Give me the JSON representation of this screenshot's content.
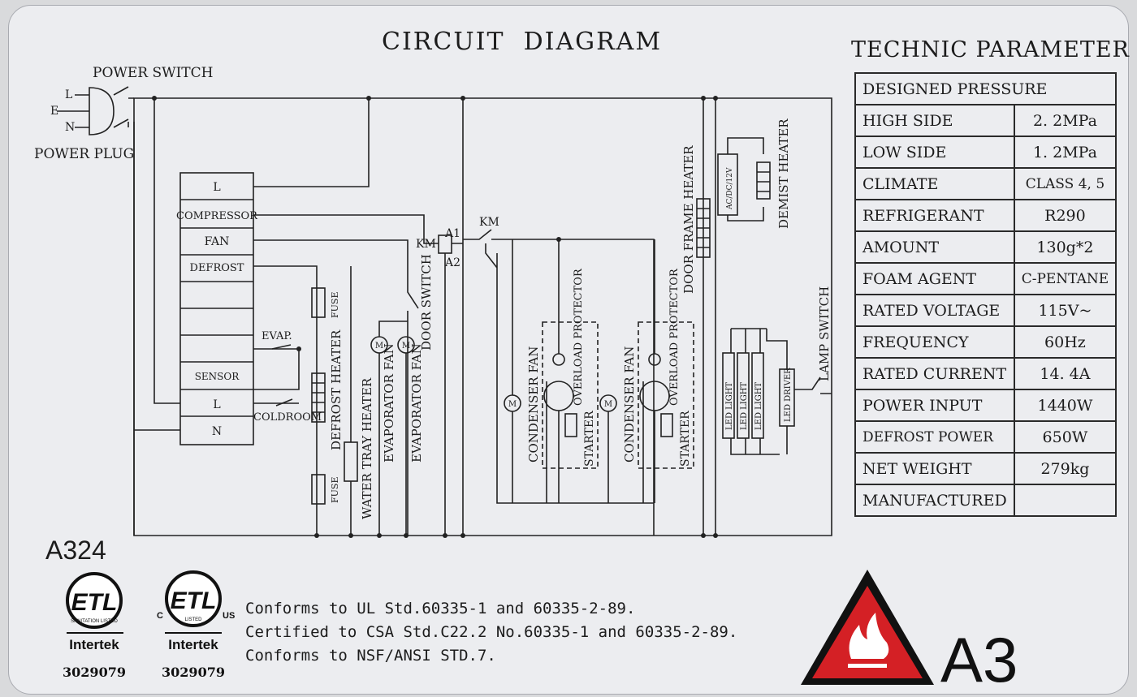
{
  "diagram": {
    "title": "CIRCUIT  DIAGRAM",
    "labels": {
      "power_switch": "POWER SWITCH",
      "power_plug": "POWER PLUG",
      "plug_l": "L",
      "plug_e": "E",
      "plug_n": "N",
      "term_l": "L",
      "term_compressor": "COMPRESSOR",
      "term_fan": "FAN",
      "term_defrost": "DEFROST",
      "term_sensor": "SENSOR",
      "term_l2": "L",
      "term_n": "N",
      "evap": "EVAP.",
      "coldroom": "COLDROOM",
      "fuse_top": "FUSE",
      "fuse_bottom": "FUSE",
      "defrost_heater": "DEFROST HEATER",
      "water_tray_heater": "WATER TRAY HEATER",
      "evaporator_fan_1": "EVAPORATOR FAN",
      "evaporator_fan_2": "EVAPORATOR FAN",
      "door_switch": "DOOR SWITCH",
      "km_coil": "KM",
      "a1": "A1",
      "a2": "A2",
      "km_contact": "KM",
      "condenser_fan_1": "CONDENSER FAN",
      "condenser_fan_2": "CONDENSER FAN",
      "overload_protector_1": "OVERLOAD PROTECTOR",
      "overload_protector_2": "OVERLOAD PROTECTOR",
      "starter_1": "STARTER",
      "starter_2": "STARTER",
      "door_frame_heater": "DOOR FRAME HEATER",
      "ac_dc_12v": "AC/DC/12V",
      "demist_heater": "DEMIST HEATER",
      "led_light_1": "LED LIGHT",
      "led_light_2": "LED LIGHT",
      "led_light_3": "LED LIGHT",
      "led_driver": "LED DRIVER",
      "lamp_switch": "LAMP SWITCH",
      "motor": "M"
    }
  },
  "technic": {
    "title": "TECHNIC PARAMETER",
    "header": "DESIGNED PRESSURE",
    "rows": [
      {
        "label": "HIGH SIDE",
        "value": "2. 2MPa"
      },
      {
        "label": "LOW SIDE",
        "value": "1. 2MPa"
      },
      {
        "label": "CLIMATE",
        "value": "CLASS 4, 5"
      },
      {
        "label": "REFRIGERANT",
        "value": "R290"
      },
      {
        "label": "AMOUNT",
        "value": "130g*2"
      },
      {
        "label": "FOAM AGENT",
        "value": "C-PENTANE"
      },
      {
        "label": "RATED VOLTAGE",
        "value": "115V~"
      },
      {
        "label": "FREQUENCY",
        "value": "60Hz"
      },
      {
        "label": "RATED CURRENT",
        "value": "14. 4A"
      },
      {
        "label": "POWER INPUT",
        "value": "1440W"
      },
      {
        "label": "DEFROST POWER",
        "value": "650W"
      },
      {
        "label": "NET WEIGHT",
        "value": "279kg"
      },
      {
        "label": "MANUFACTURED",
        "value": ""
      }
    ]
  },
  "model": "A324",
  "certifications": {
    "mark_1": {
      "brand": "Intertek",
      "number": "3029079",
      "logo_text": "ETL",
      "logo_sub": "SANITATION LISTED"
    },
    "mark_2": {
      "brand": "Intertek",
      "number": "3029079",
      "logo_text": "ETL",
      "logo_sub": "LISTED",
      "c": "C",
      "us": "US"
    },
    "lines": [
      "Conforms to UL Std.60335-1 and 60335-2-89.",
      "Certified to CSA Std.C22.2 No.60335-1 and 60335-2-89.",
      "Conforms to NSF/ANSI STD.7."
    ]
  },
  "hazard": {
    "class": "A3",
    "color": "#d42025"
  }
}
